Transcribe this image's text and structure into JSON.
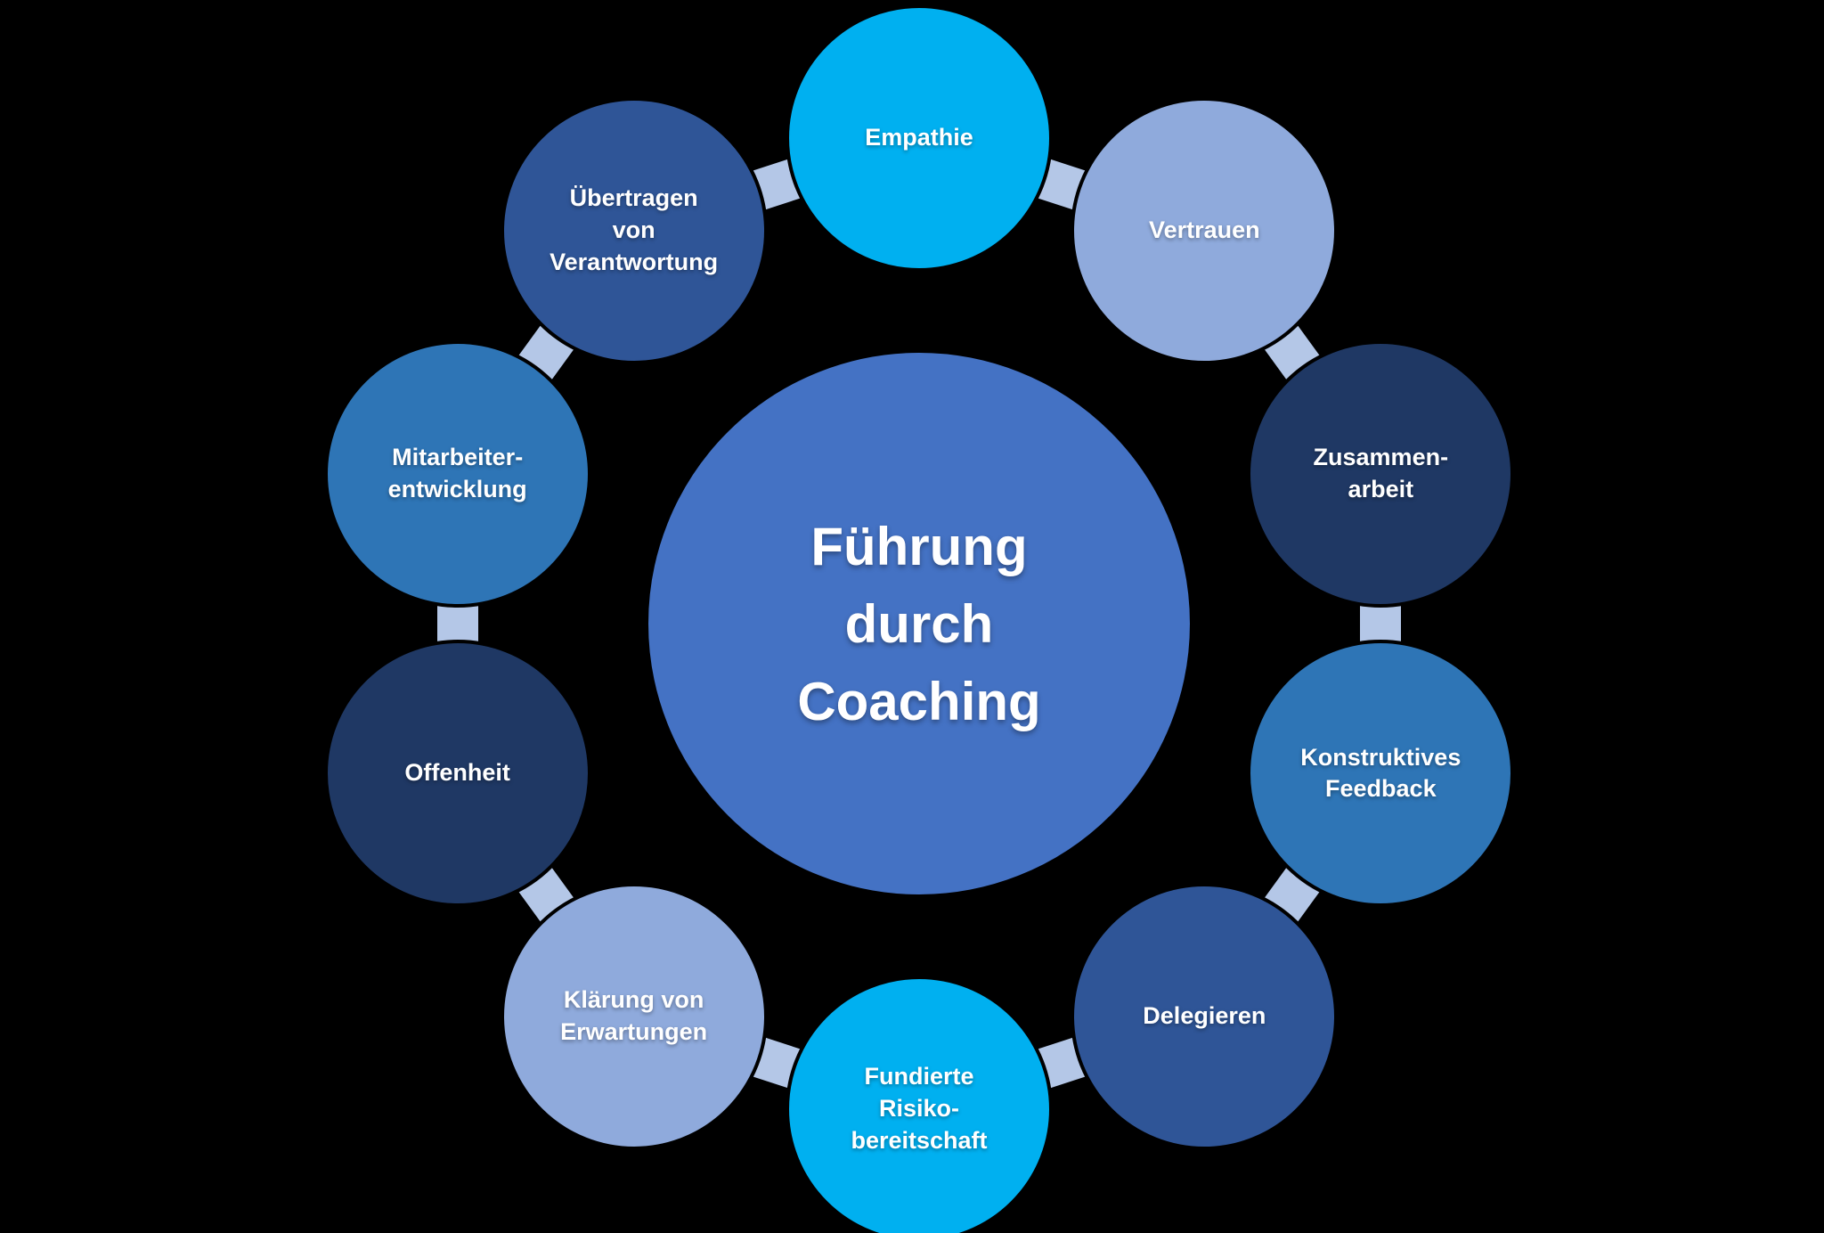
{
  "diagram": {
    "background_color": "#000000",
    "text_color": "#FFFFFF",
    "connector_color": "#B4C7E7",
    "center": {
      "id": "fuehrung-durch-coaching",
      "label": "Führung durch Coaching",
      "lines": [
        "Führung",
        "durch",
        "Coaching"
      ],
      "color": "#4472C4"
    },
    "satellites": [
      {
        "id": "empathie",
        "label": "Empathie",
        "lines": [
          "Empathie"
        ],
        "color": "#00B0F0",
        "angle": 90
      },
      {
        "id": "vertrauen",
        "label": "Vertrauen",
        "lines": [
          "Vertrauen"
        ],
        "color": "#8FAADC",
        "angle": 54
      },
      {
        "id": "zusammenarbeit",
        "label": "Zusammen-arbeit",
        "lines": [
          "Zusammen-",
          "arbeit"
        ],
        "color": "#1F3864",
        "angle": 18
      },
      {
        "id": "konstruktives-feedback",
        "label": "Konstruktives Feedback",
        "lines": [
          "Konstruktives",
          "Feedback"
        ],
        "color": "#2E75B6",
        "angle": -18
      },
      {
        "id": "delegieren",
        "label": "Delegieren",
        "lines": [
          "Delegieren"
        ],
        "color": "#2F5597",
        "angle": -54
      },
      {
        "id": "fundierte-risikobereitschaft",
        "label": "Fundierte Risiko-bereitschaft",
        "lines": [
          "Fundierte",
          "Risiko-",
          "bereitschaft"
        ],
        "color": "#00B0F0",
        "angle": -90
      },
      {
        "id": "klaerung-von-erwartungen",
        "label": "Klärung von Erwartungen",
        "lines": [
          "Klärung von",
          "Erwartungen"
        ],
        "color": "#8FAADC",
        "angle": -126
      },
      {
        "id": "offenheit",
        "label": "Offenheit",
        "lines": [
          "Offenheit"
        ],
        "color": "#1F3864",
        "angle": -162
      },
      {
        "id": "mitarbeiterentwicklung",
        "label": "Mitarbeiter-entwicklung",
        "lines": [
          "Mitarbeiter-",
          "entwicklung"
        ],
        "color": "#2E75B6",
        "angle": 162
      },
      {
        "id": "uebertragen-von-verantwortung",
        "label": "Übertragen von Verantwortung",
        "lines": [
          "Übertragen",
          "von",
          "Verantwortung"
        ],
        "color": "#2F5597",
        "angle": 126
      }
    ]
  }
}
